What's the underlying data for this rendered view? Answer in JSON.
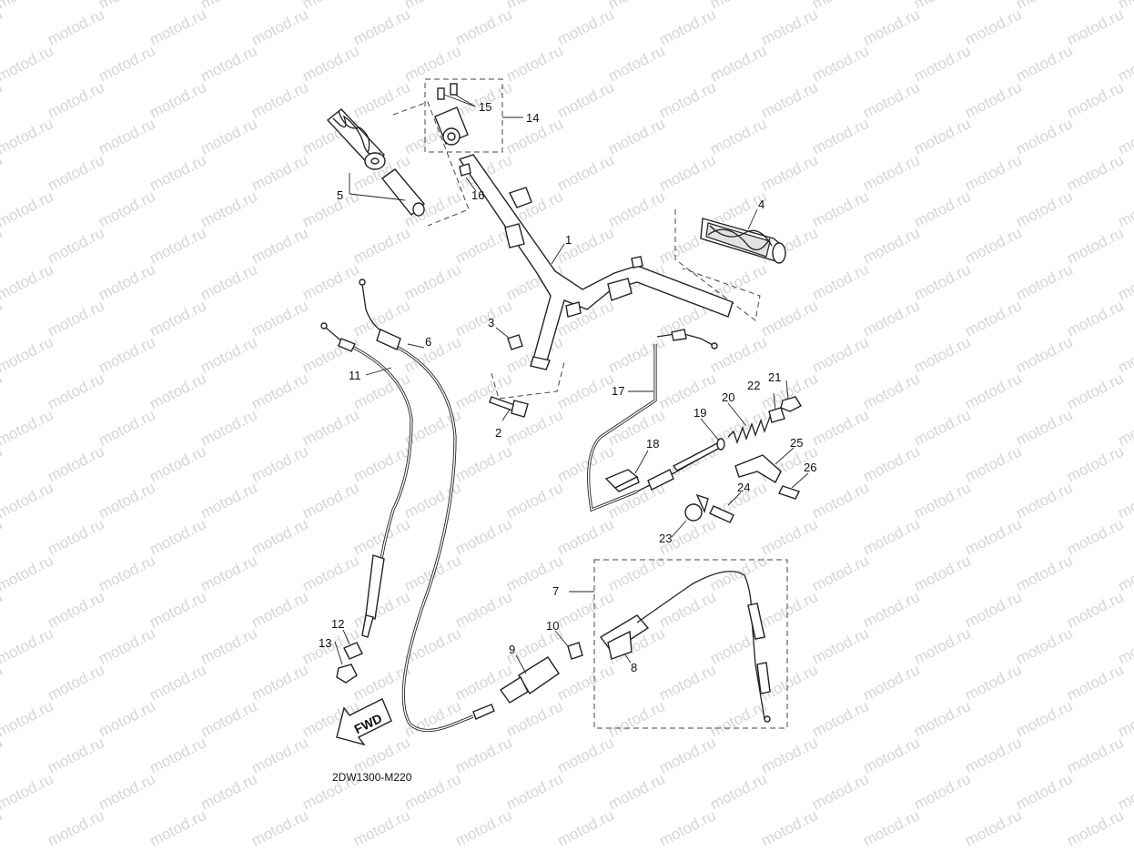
{
  "watermark": {
    "text": "motod.ru"
  },
  "diagram": {
    "code": "2DW1300-M220",
    "direction_label": "FWD"
  },
  "callouts": [
    {
      "num": "1"
    },
    {
      "num": "2"
    },
    {
      "num": "3"
    },
    {
      "num": "4"
    },
    {
      "num": "5"
    },
    {
      "num": "6"
    },
    {
      "num": "7"
    },
    {
      "num": "8"
    },
    {
      "num": "9"
    },
    {
      "num": "10"
    },
    {
      "num": "11"
    },
    {
      "num": "12"
    },
    {
      "num": "13"
    },
    {
      "num": "14"
    },
    {
      "num": "15"
    },
    {
      "num": "16"
    },
    {
      "num": "17"
    },
    {
      "num": "18"
    },
    {
      "num": "19"
    },
    {
      "num": "20"
    },
    {
      "num": "21"
    },
    {
      "num": "22"
    },
    {
      "num": "23"
    },
    {
      "num": "24"
    },
    {
      "num": "25"
    },
    {
      "num": "26"
    }
  ]
}
